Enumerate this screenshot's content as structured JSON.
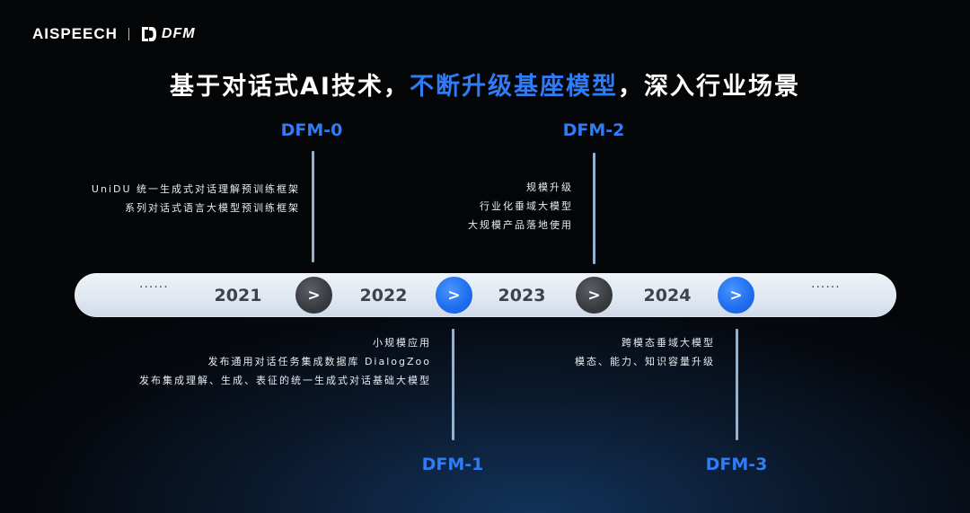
{
  "brand": {
    "name": "AISPEECH",
    "product": "DFM"
  },
  "headline": {
    "part1": "基于对话式AI技术，",
    "accent": "不断升级基座模型",
    "part2": "，深入行业场景"
  },
  "timeline": {
    "leading_ellipsis": "······",
    "trailing_ellipsis": "······",
    "years": [
      "2021",
      "2022",
      "2023",
      "2024"
    ],
    "arrows": [
      ">",
      ">",
      ">",
      ">"
    ]
  },
  "milestones": {
    "dfm0": {
      "label": "DFM-0",
      "lines": [
        "UniDU 统一生成式对话理解预训练框架",
        "系列对话式语言大模型预训练框架"
      ]
    },
    "dfm1": {
      "label": "DFM-1",
      "lines": [
        "小规模应用",
        "发布通用对话任务集成数据库 DialogZoo",
        "发布集成理解、生成、表征的统一生成式对话基础大模型"
      ]
    },
    "dfm2": {
      "label": "DFM-2",
      "lines": [
        "规模升级",
        "行业化垂域大模型",
        "大规模产品落地使用"
      ]
    },
    "dfm3": {
      "label": "DFM-3",
      "lines": [
        "跨模态垂域大模型",
        "模态、能力、知识容量升级"
      ]
    }
  },
  "colors": {
    "accent": "#2f7cf6",
    "arrow_dark": "#3a3d42",
    "arrow_blue": "#1f6ff0",
    "line": "#8fb3d4"
  }
}
